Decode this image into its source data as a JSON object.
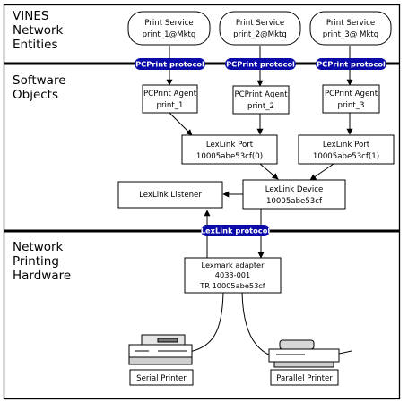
{
  "sections": {
    "vines": [
      "VINES",
      "Network",
      "Entities"
    ],
    "software": [
      "Software",
      "Objects"
    ],
    "hardware": [
      "Network",
      "Printing",
      "Hardware"
    ]
  },
  "print_services": [
    {
      "line1": "Print Service",
      "line2": "print_1@Mktg"
    },
    {
      "line1": "Print Service",
      "line2": "print_2@Mktg"
    },
    {
      "line1": "Print Service",
      "line2": "print_3@ Mktg"
    }
  ],
  "protocol_badges": {
    "pcprint": "PCPrint protocol",
    "lexlink": "LexLink protocol"
  },
  "agents": [
    {
      "line1": "PCPrint Agent",
      "line2": "print_1"
    },
    {
      "line1": "PCPrint Agent",
      "line2": "print_2"
    },
    {
      "line1": "PCPrint Agent",
      "line2": "print_3"
    }
  ],
  "ports": [
    {
      "line1": "LexLink Port",
      "line2": "10005abe53cf(0)"
    },
    {
      "line1": "LexLink Port",
      "line2": "10005abe53cf(1)"
    }
  ],
  "listener": {
    "label": "LexLink Listener"
  },
  "device": {
    "line1": "LexLink Device",
    "line2": "10005abe53cf"
  },
  "adapter": {
    "line1": "Lexmark adapter",
    "line2": "4033-001",
    "line3": "TR  10005abe53cf"
  },
  "printers": {
    "serial": "Serial Printer",
    "parallel": "Parallel Printer"
  },
  "colors": {
    "badge": "#0a0aa8",
    "line": "#000000",
    "divider": "#000000"
  }
}
